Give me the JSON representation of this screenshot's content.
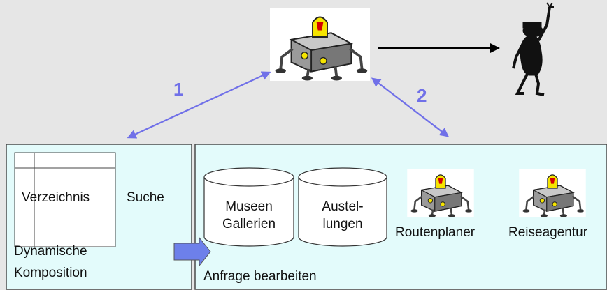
{
  "labels": {
    "step1": "1",
    "step2": "2",
    "directory": "Verzeichnis",
    "search": "Suche",
    "composition_line1": "Dynamische",
    "composition_line2": "Komposition",
    "db1_line1": "Museen",
    "db1_line2": "Gallerien",
    "db2_line1": "Austel-",
    "db2_line2": "lungen",
    "route_planner": "Routenplaner",
    "travel_agency": "Reiseagentur",
    "process_request": "Anfrage bearbeiten"
  },
  "colors": {
    "background": "#e6e6e6",
    "panel_fill": "#e3fbfb",
    "panel_border": "#4a4a4a",
    "step_arrow": "#7070e8",
    "block_arrow": "#6d80ea",
    "number_text": "#7070e8"
  },
  "icons": {
    "main_agent": "robot-agent-icon",
    "user": "user-figure-icon",
    "route_agent": "robot-agent-icon",
    "travel_agent": "robot-agent-icon"
  }
}
